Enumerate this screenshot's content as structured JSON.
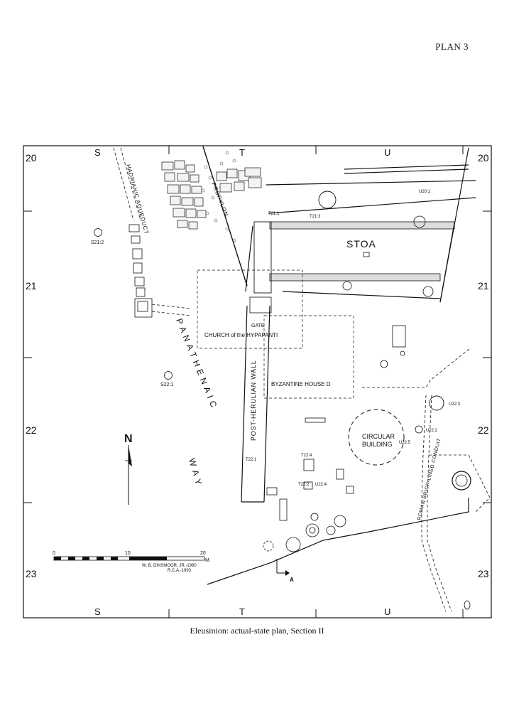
{
  "header": {
    "plan_number": "PLAN 3"
  },
  "caption": "Eleusinion: actual-state plan, Section II",
  "grid": {
    "columns_top": [
      "S",
      "T",
      "U"
    ],
    "columns_bottom": [
      "S",
      "T",
      "U"
    ],
    "rows_left": [
      "20",
      "21",
      "22",
      "23"
    ],
    "rows_right": [
      "20",
      "21",
      "22",
      "23"
    ]
  },
  "labels": {
    "hadrianic_aqueduct": "HADRIANIC AQUEDUCT",
    "propylon": "PROPYLON",
    "stoa": "STOA",
    "gate": "GATE",
    "church": "CHURCH of the HYPAPANTI",
    "panathenaic": "PANATHENAIC",
    "way": "WAY",
    "post_herulian_wall": "POST-HERULIAN WALL",
    "byzantine_house": "BYZANTINE HOUSE D",
    "circular_building_1": "CIRCULAR",
    "circular_building_2": "BUILDING",
    "roman_conduit": "ROMAN BRICK-LINED CONDUIT"
  },
  "grid_refs": {
    "s21_2": "S21:2",
    "s22_1": "S22:1",
    "t21_1": "T21:1",
    "t21_3": "T21:3",
    "u20_1": "U20:1",
    "t22_1": "T22:1",
    "t22_4": "T22:4",
    "t22_2": "T22:2",
    "u22_4": "U22:4",
    "u22_3": "U22:3",
    "u22_2": "U22:2",
    "u22_5": "U22:5"
  },
  "north": {
    "label": "N"
  },
  "scale": {
    "ticks": [
      "0",
      "10",
      "20"
    ],
    "unit": "M.",
    "credit_1": "W. B. DINSMOOR, JR.-1980",
    "credit_2": "R.C.A.-1993"
  },
  "section_marker": "A"
}
